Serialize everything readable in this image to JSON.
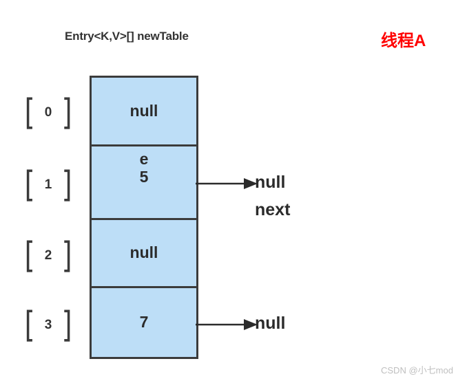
{
  "diagram": {
    "title": "Entry<K,V>[] newTable",
    "thread_label": "线程A",
    "watermark": "CSDN @小七mod",
    "colors": {
      "cell_fill": "#bddef7",
      "cell_border": "#3b3b3b",
      "thread_label": "#ff0000",
      "text": "#2b2b2b",
      "watermark": "#bfbfbf"
    },
    "bracket_left": "[",
    "bracket_right": "]",
    "buckets": [
      {
        "index": "0",
        "line1": "null",
        "line2": ""
      },
      {
        "index": "1",
        "line1": "e",
        "line2": "5"
      },
      {
        "index": "2",
        "line1": "null",
        "line2": ""
      },
      {
        "index": "3",
        "line1": "7",
        "line2": ""
      }
    ],
    "pointers": [
      {
        "from_index": "1",
        "target": "null",
        "sublabel": "next"
      },
      {
        "from_index": "3",
        "target": "null",
        "sublabel": ""
      }
    ]
  }
}
